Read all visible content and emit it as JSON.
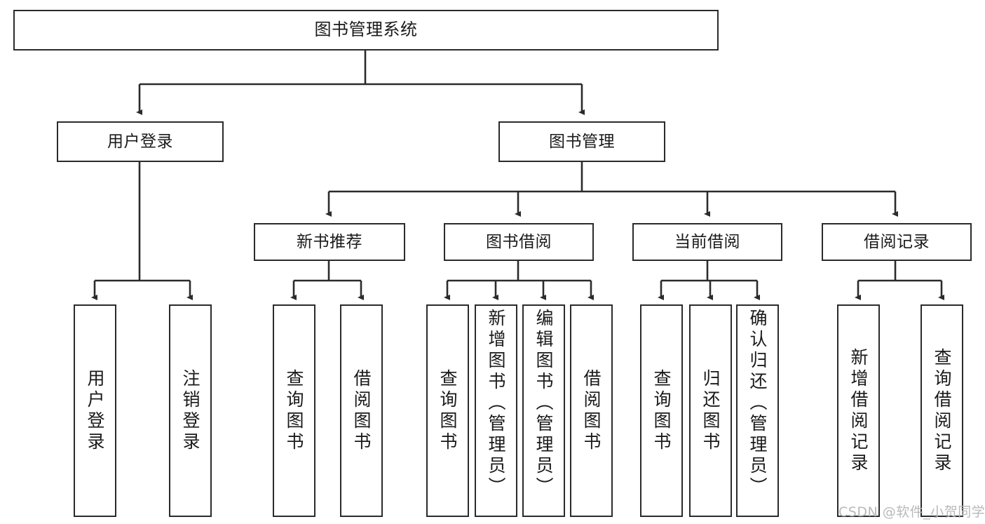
{
  "diagram": {
    "title": "图书管理系统",
    "type": "tree-hierarchy-chart",
    "colors": {
      "box_border": "#2b2b2b",
      "box_fill": "#ffffff",
      "edge": "#2b2b2b",
      "text": "#1a1a1a",
      "watermark": "#b9b9b9"
    },
    "nodes": {
      "root": {
        "label": "图书管理系统"
      },
      "level1": [
        {
          "id": "user-login",
          "label": "用户登录"
        },
        {
          "id": "book-management",
          "label": "图书管理"
        }
      ],
      "level2": [
        {
          "id": "new-book-recommend",
          "label": "新书推荐"
        },
        {
          "id": "book-borrow",
          "label": "图书借阅"
        },
        {
          "id": "current-borrow",
          "label": "当前借阅"
        },
        {
          "id": "borrow-record",
          "label": "借阅记录"
        }
      ],
      "leaves": {
        "user_login": [
          {
            "id": "leaf-user-login",
            "label": "用户登录"
          },
          {
            "id": "leaf-logout-login",
            "label": "注销登录"
          }
        ],
        "new_book_recommend": [
          {
            "id": "leaf-query-book-1",
            "label": "查询图书"
          },
          {
            "id": "leaf-borrow-book-1",
            "label": "借阅图书"
          }
        ],
        "book_borrow": [
          {
            "id": "leaf-query-book-2",
            "label": "查询图书"
          },
          {
            "id": "leaf-add-book-admin",
            "label": "新增图书（管理员）"
          },
          {
            "id": "leaf-edit-book-admin",
            "label": "编辑图书（管理员）"
          },
          {
            "id": "leaf-borrow-book-2",
            "label": "借阅图书"
          }
        ],
        "current_borrow": [
          {
            "id": "leaf-query-book-3",
            "label": "查询图书"
          },
          {
            "id": "leaf-return-book",
            "label": "归还图书"
          },
          {
            "id": "leaf-confirm-return-admin",
            "label": "确认归还（管理员）"
          }
        ],
        "borrow_record": [
          {
            "id": "leaf-add-borrow-record",
            "label": "新增借阅记录"
          },
          {
            "id": "leaf-query-borrow-record",
            "label": "查询借阅记录"
          }
        ]
      }
    },
    "watermark": "CSDN @软件_小贺同学"
  }
}
